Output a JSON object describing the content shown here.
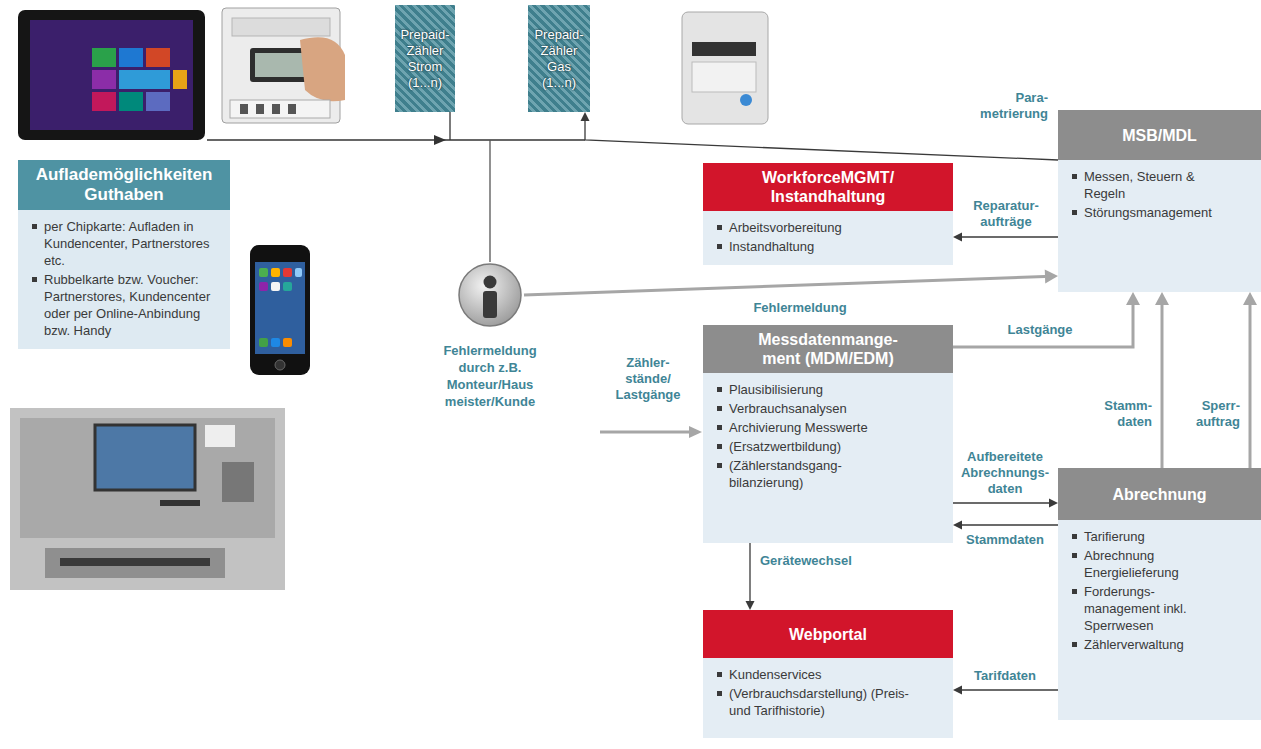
{
  "diagram": {
    "nodes": [
      {
        "text": [
          "Prepaid-Zähler Strom (1...n)"
        ]
      },
      {
        "text": [
          "Prepaid-Zähler Gas (1...n)"
        ]
      },
      {
        "text": [
          "Auflademöglichkeiten Guthaben",
          "per Chipkarte: Aufladen in Kundencenter, Partnerstores etc.",
          "Rubbelkarte bzw. Voucher: Partnerstores, Kundencenter oder per Online-Anbindung bzw. Handy"
        ]
      },
      {
        "text": [
          "WorkforceMGMT/ Instandhaltung",
          "Arbeitsvorbereitung",
          "Instandhaltung"
        ]
      },
      {
        "text": [
          "MSB/MDL",
          "Messen, Steuern & Regeln",
          "Störungsmanagement"
        ]
      },
      {
        "text": [
          "Fehlermeldung durch z.B. Monteur/Haus meister/Kunde"
        ]
      },
      {
        "text": [
          "Messdatenmange-ment (MDM/EDM)",
          "Plausibilisierung",
          "Verbrauchsanalysen",
          "Archivierung Messwerte",
          "(Ersatzwertbildung)",
          "(Zählerstandsgang-bilanzierung)"
        ]
      },
      {
        "text": [
          "Webportal",
          "Kundenservices",
          "(Verbrauchsdarstellung) (Preis- und Tarifhistorie)"
        ]
      },
      {
        "text": [
          "Abrechnung",
          "Tarifierung",
          "Abrechnung Energielieferung",
          "Forderungs-management inkl. Sperrwesen",
          "Zählerverwaltung"
        ]
      }
    ],
    "edges": [
      {
        "from": 4,
        "to": 1,
        "label": "Para-metrierung",
        "arrow": "to"
      },
      {
        "from": 4,
        "to": 3,
        "label": "Reparatur-aufträge",
        "arrow": "to"
      },
      {
        "from": 5,
        "to": 4,
        "label": "Fehlermeldung",
        "arrow": "to"
      },
      {
        "from": 6,
        "to": 4,
        "label": "Lastgänge",
        "arrow": "to"
      },
      {
        "from": 6,
        "to": 8,
        "label": "Aufbereitete Abrechnungs-daten",
        "arrow": "to"
      },
      {
        "from": 8,
        "to": 6,
        "label": "Stammdaten",
        "arrow": "to"
      },
      {
        "from": 8,
        "to": 4,
        "label": "Stamm-daten",
        "arrow": "to"
      },
      {
        "from": 8,
        "to": 4,
        "label": "Sperr-auftrag",
        "arrow": "to"
      },
      {
        "from": 6,
        "to": 7,
        "label": "Gerätewechsel",
        "arrow": "to"
      },
      {
        "from": 8,
        "to": 7,
        "label": "Tarifdaten",
        "arrow": "to"
      }
    ],
    "labels": [
      "Zähler-stände/ Lastgänge"
    ]
  }
}
